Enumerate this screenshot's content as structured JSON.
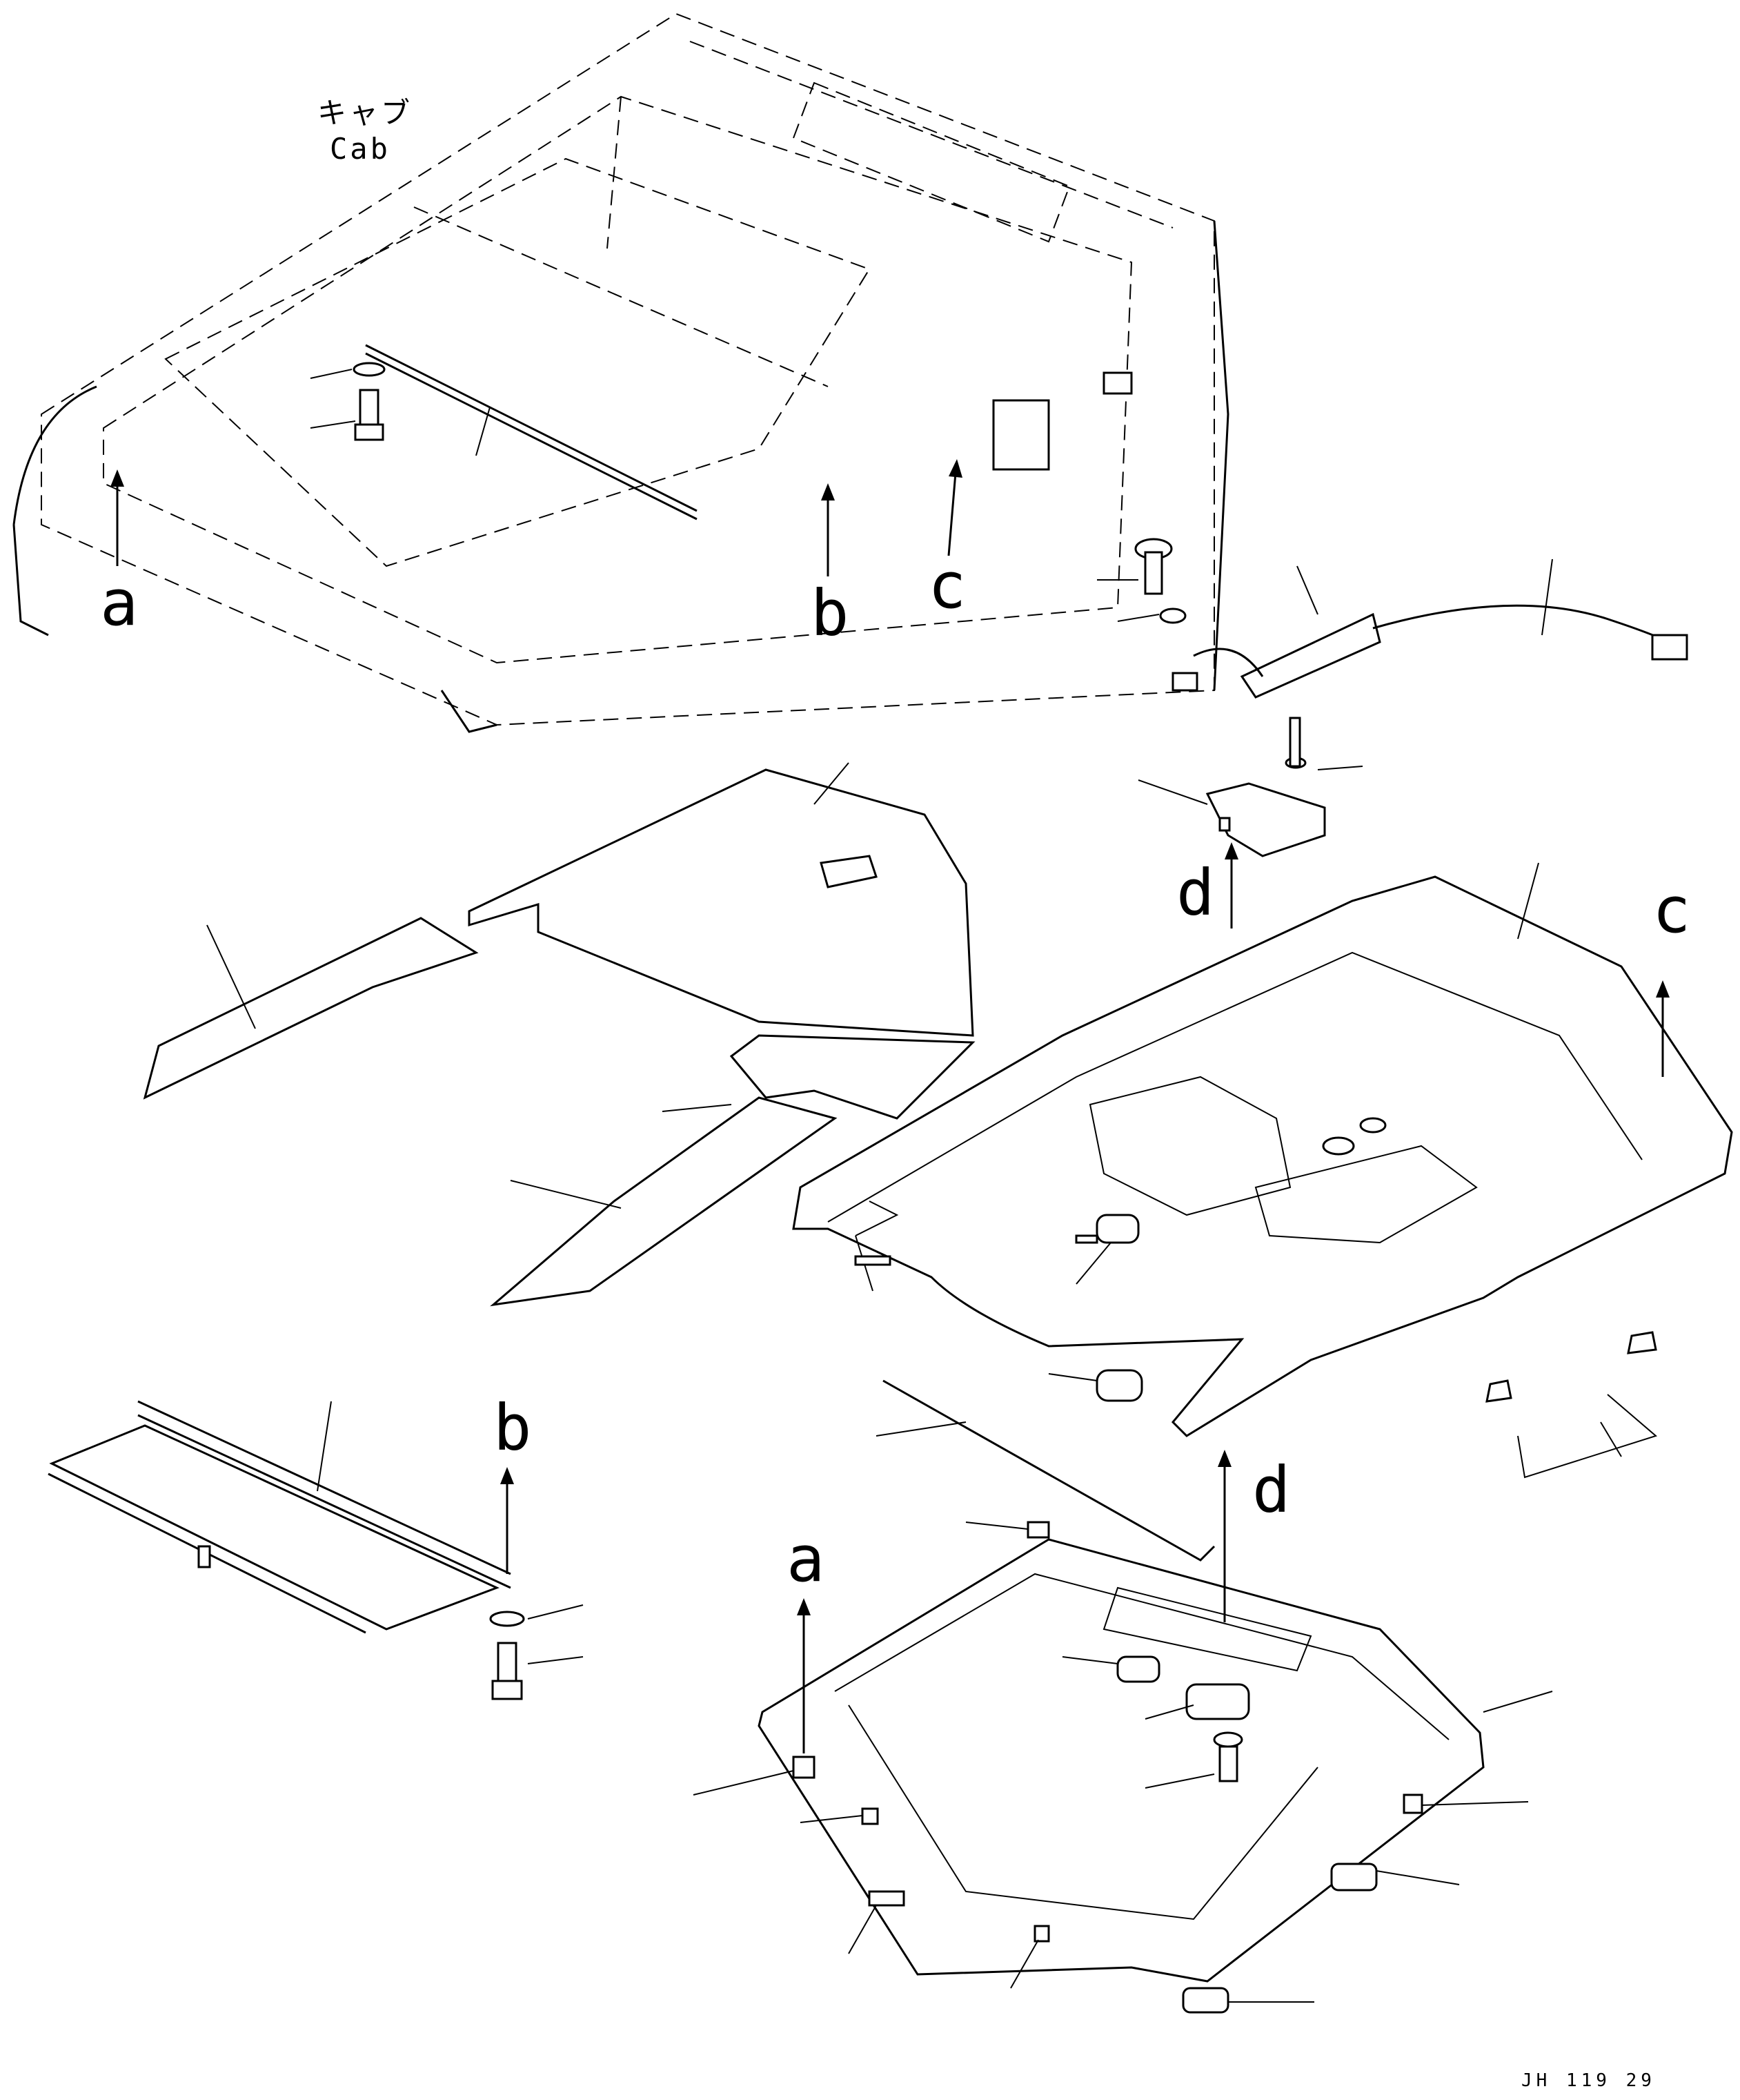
{
  "cab_label": {
    "jp": "キャブ",
    "en": "Cab"
  },
  "letters": {
    "a": "a",
    "b": "b",
    "c": "c",
    "d": "d"
  },
  "drawing_code": "JH 119 29"
}
